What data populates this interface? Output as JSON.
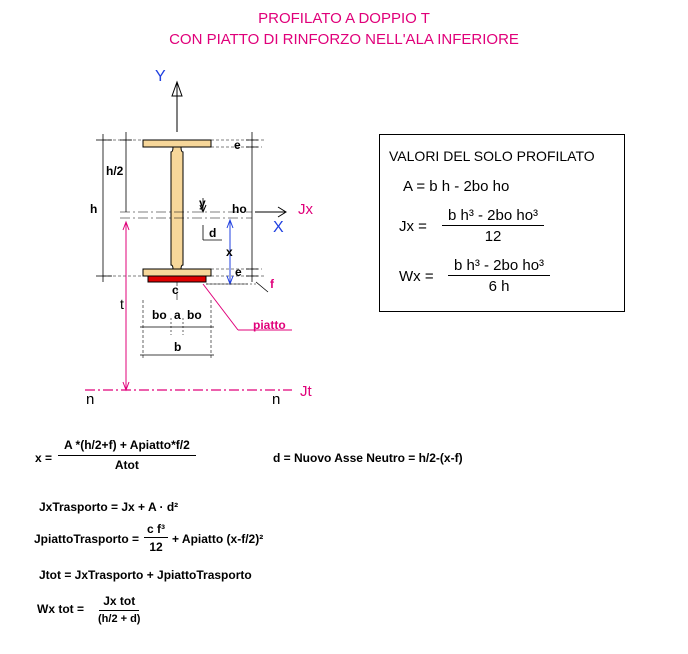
{
  "title": {
    "line1": "PROFILATO A DOPPIO T",
    "line2": "CON PIATTO DI RINFORZO NELL'ALA INFERIORE"
  },
  "diagram": {
    "axis_y": "Y",
    "axis_x": "X",
    "jx": "Jx",
    "jt": "Jt",
    "h_half": "h/2",
    "h": "h",
    "ho": "ho",
    "e_top": "e",
    "e_bottom": "e",
    "y": "y",
    "d": "d",
    "x": "x",
    "f": "f",
    "c": "c",
    "t": "t",
    "bo_left": "bo",
    "a": "a",
    "bo_right": "bo",
    "b": "b",
    "piatto": "piatto",
    "n_left": "n",
    "n_right": "n"
  },
  "box": {
    "heading": "VALORI DEL SOLO PROFILATO",
    "area": "A = b h - 2bo ho",
    "jx_lhs": "Jx =",
    "jx_num": "b h³ - 2bo ho³",
    "jx_den": "12",
    "wx_lhs": "Wx =",
    "wx_num": "b h³ - 2bo ho³",
    "wx_den": "6 h"
  },
  "formulas": {
    "x_lhs": "x =",
    "x_num": "A *(h/2+f) + Apiatto*f/2",
    "x_den": "Atot",
    "d_def": "d = Nuovo Asse Neutro  = h/2-(x-f)",
    "jx_trasporto": "JxTrasporto = Jx + A · d²",
    "jp_lhs": "JpiattoTrasporto =",
    "jp_num": "c f³",
    "jp_den": "12",
    "jp_rest": "+ Apiatto  (x-f/2)²",
    "jtot": "Jtot = JxTrasporto + JpiattoTrasporto",
    "wx_lhs": "Wx tot =",
    "wx_num": "Jx tot",
    "wx_den": "(h/2 + d)"
  },
  "colors": {
    "magenta": "#e0007a",
    "blue": "#2040e0",
    "flange": "#f7d79a",
    "plate": "#e00000",
    "line": "#000000"
  }
}
